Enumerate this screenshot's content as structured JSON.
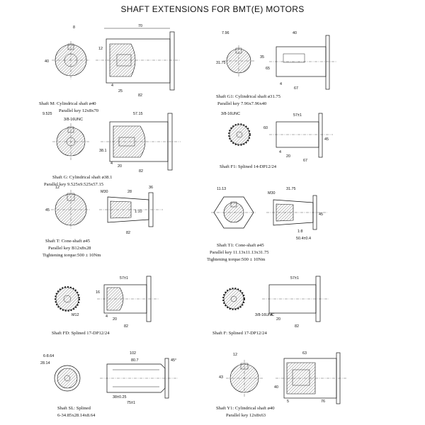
{
  "title": "SHAFT EXTENSIONS FOR BMT(E) MOTORS",
  "panels": [
    {
      "id": "M",
      "caption": [
        "Shaft M: Cylindrical shaft ø40",
        "Parallel key 12x8x70"
      ],
      "dims": [
        "8",
        "70",
        "4",
        "25",
        "82",
        "12",
        "40"
      ]
    },
    {
      "id": "G1",
      "caption": [
        "Shaft G1: Cylindrical shaft ø31.75",
        "Parallel key 7.96x7.96x40"
      ],
      "dims": [
        "7.96",
        "40",
        "35",
        "4",
        "65",
        "67",
        "31.75"
      ]
    },
    {
      "id": "G",
      "caption": [
        "Shaft G: Cylindrical shaft ø38.1",
        "Parallel key 9.525x9.525x57.15"
      ],
      "dims": [
        "9.525",
        "57.15",
        "3/8-16UNC",
        "20",
        "4",
        "82",
        "38.1"
      ]
    },
    {
      "id": "F1",
      "caption": [
        "Shaft  F1: Splined 14-DP12/24"
      ],
      "dims": [
        "3/8-16UNC",
        "57±1",
        "4",
        "20",
        "67",
        "60",
        "45"
      ]
    },
    {
      "id": "T",
      "caption": [
        "Shaft T: Cone-shaft ø45",
        "Parallel key B12x8x28",
        "Tightening torque:500 ± 10Nm"
      ],
      "dims": [
        "12",
        "28",
        "M30",
        "1:10",
        "82",
        "36",
        "45"
      ]
    },
    {
      "id": "T1",
      "caption": [
        "Shaft T1: Cone-shaft ø45",
        "Parallel key 11.13x11.13x31.75",
        "Tightening torque:500 ± 10Nm"
      ],
      "dims": [
        "11.13",
        "31.75",
        "M30",
        "1:8",
        "50.4±0.4",
        "45"
      ]
    },
    {
      "id": "FD",
      "caption": [
        "Shaft  FD: Splined 17-DP12/24"
      ],
      "dims": [
        "57±1",
        "M12",
        "16",
        "20",
        "82",
        "4"
      ]
    },
    {
      "id": "F",
      "caption": [
        "Shaft  F: Splined 17-DP12/24"
      ],
      "dims": [
        "57±1",
        "3/8-16UNC",
        "20",
        "82",
        "4"
      ]
    },
    {
      "id": "SL",
      "caption": [
        "Shaft  SL: Splined",
        "6-34.85x28.14x8.64"
      ],
      "dims": [
        "6-8.64",
        "28.14",
        "102",
        "80.7",
        "45°",
        "38±0.25",
        "75±1"
      ]
    },
    {
      "id": "Y1",
      "caption": [
        "Shaft Y1: Cylindrical shaft ø40",
        "Parallel key 12x8x63"
      ],
      "dims": [
        "12",
        "63",
        "43",
        "5",
        "76",
        "40"
      ]
    }
  ]
}
